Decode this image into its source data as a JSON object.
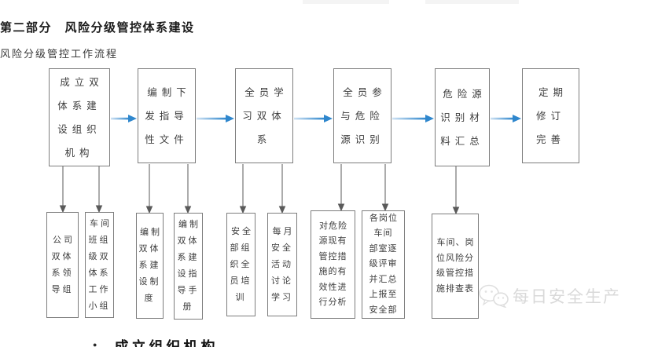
{
  "page": {
    "title": "第二部分　风险分级管控体系建设",
    "subtitle": "风险分级管控工作流程"
  },
  "flow": {
    "top_boxes": [
      {
        "id": "step-1",
        "lines": [
          "成立双",
          "体系建",
          "设组织",
          "机构"
        ]
      },
      {
        "id": "step-2",
        "lines": [
          "编制下",
          "发指导",
          "性文件"
        ]
      },
      {
        "id": "step-3",
        "lines": [
          "全员学",
          "习双体",
          "系"
        ]
      },
      {
        "id": "step-4",
        "lines": [
          "全员参",
          "与危险",
          "源识别"
        ]
      },
      {
        "id": "step-5",
        "lines": [
          "危险源",
          "识别材",
          "料汇总"
        ]
      },
      {
        "id": "step-6",
        "lines": [
          "定期",
          "修订",
          "完善"
        ]
      }
    ],
    "sub_boxes": [
      {
        "id": "sub-1a",
        "lines": [
          "公司",
          "双体",
          "系领",
          "导组"
        ]
      },
      {
        "id": "sub-1b",
        "lines": [
          "车间",
          "班组",
          "级双",
          "体系",
          "工作",
          "小组"
        ]
      },
      {
        "id": "sub-2a",
        "lines": [
          "编制",
          "双体",
          "系建",
          "设制",
          "度"
        ]
      },
      {
        "id": "sub-2b",
        "lines": [
          "编制",
          "双体",
          "系建",
          "设指",
          "导手",
          "册"
        ]
      },
      {
        "id": "sub-3a",
        "lines": [
          "安全",
          "部组",
          "织全",
          "员培",
          "训"
        ]
      },
      {
        "id": "sub-3b",
        "lines": [
          "每月",
          "安全",
          "活动",
          "讨论",
          "学习"
        ]
      },
      {
        "id": "sub-4a",
        "lines": [
          "对危险",
          "源现有",
          "管控措",
          "施的有",
          "效性进",
          "行分析"
        ]
      },
      {
        "id": "sub-4b",
        "lines": [
          "各岗位",
          "车间",
          "部室逐",
          "级评审",
          "并汇总",
          "上报至",
          "安全部"
        ]
      },
      {
        "id": "sub-5a",
        "lines": [
          "车间、岗",
          "位风险分",
          "级管控措",
          "施排查表"
        ]
      }
    ]
  },
  "watermark": {
    "text": "每日安全生产",
    "icon": "wechat-icon"
  },
  "footer": {
    "bullet": "●",
    "heading": "成立组织机构"
  },
  "colors": {
    "arrow_blue": "#2f87cd",
    "arrow_blue_light": "#cfe2f3",
    "connector_gray": "#5a5a5a",
    "box_border": "#7d7d7d",
    "watermark_gray": "#d9d9d9"
  }
}
